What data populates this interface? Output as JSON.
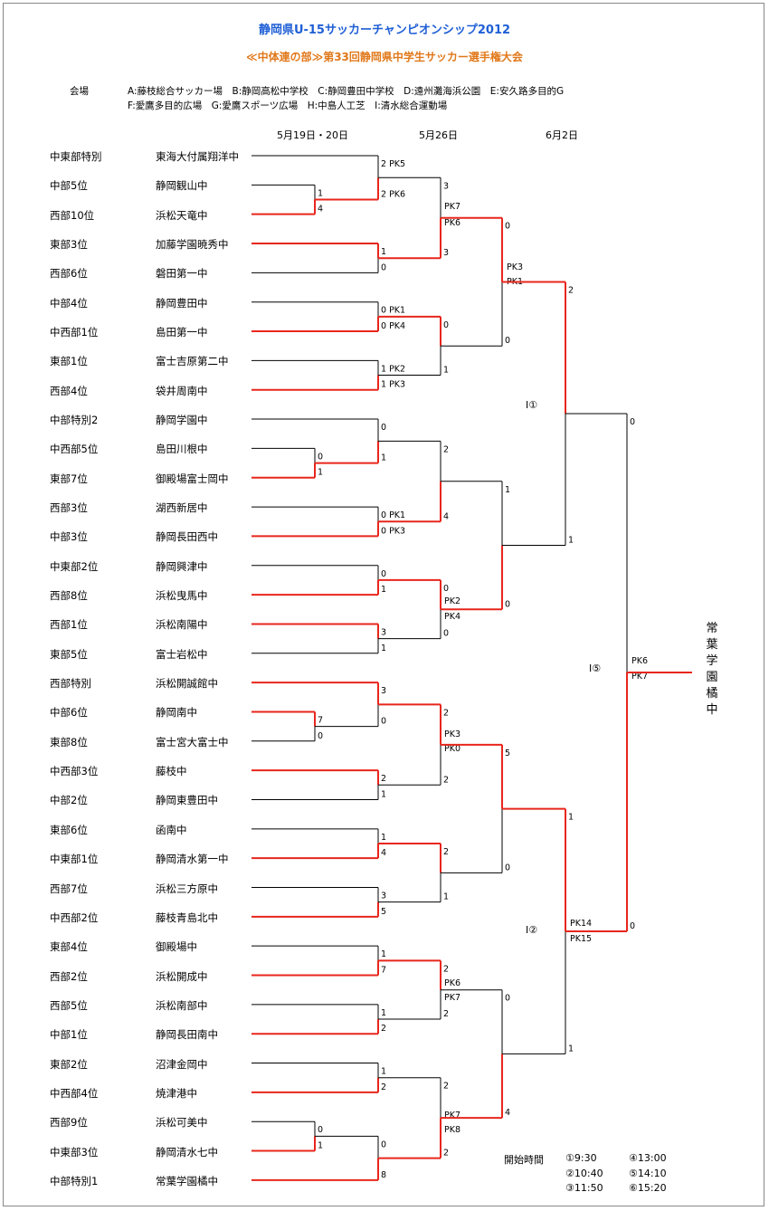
{
  "header": {
    "title": "静岡県U-15サッカーチャンピオンシップ2012",
    "subtitle": "≪中体連の部≫第33回静岡県中学生サッカー選手権大会"
  },
  "venues": {
    "label": "会場",
    "row1": "A:藤枝総合サッカー場　B:静岡高松中学校　C:静岡豊田中学校　D:遠州灘海浜公園　E:安久路多目的G",
    "row2": "F:愛鷹多目的広場　G:愛鷹スポーツ広場　H:中島人工芝　I:清水総合運動場"
  },
  "dates": [
    "5月19日・20日",
    "5月26日",
    "6月2日"
  ],
  "teams": [
    {
      "seed": "中東部特別",
      "school": "東海大付属翔洋中"
    },
    {
      "seed": "中部5位",
      "school": "静岡観山中"
    },
    {
      "seed": "西部10位",
      "school": "浜松天竜中"
    },
    {
      "seed": "東部3位",
      "school": "加藤学園暁秀中"
    },
    {
      "seed": "西部6位",
      "school": "磐田第一中"
    },
    {
      "seed": "中部4位",
      "school": "静岡豊田中"
    },
    {
      "seed": "中西部1位",
      "school": "島田第一中"
    },
    {
      "seed": "東部1位",
      "school": "富士吉原第二中"
    },
    {
      "seed": "西部4位",
      "school": "袋井周南中"
    },
    {
      "seed": "中部特別2",
      "school": "静岡学園中"
    },
    {
      "seed": "中西部5位",
      "school": "島田川根中"
    },
    {
      "seed": "東部7位",
      "school": "御殿場富士岡中"
    },
    {
      "seed": "西部3位",
      "school": "湖西新居中"
    },
    {
      "seed": "中部3位",
      "school": "静岡長田西中"
    },
    {
      "seed": "中東部2位",
      "school": "静岡興津中"
    },
    {
      "seed": "西部8位",
      "school": "浜松曳馬中"
    },
    {
      "seed": "西部1位",
      "school": "浜松南陽中"
    },
    {
      "seed": "東部5位",
      "school": "富士岩松中"
    },
    {
      "seed": "西部特別",
      "school": "浜松開誠館中"
    },
    {
      "seed": "中部6位",
      "school": "静岡南中"
    },
    {
      "seed": "東部8位",
      "school": "富士宮大富士中"
    },
    {
      "seed": "中西部3位",
      "school": "藤枝中"
    },
    {
      "seed": "中部2位",
      "school": "静岡東豊田中"
    },
    {
      "seed": "東部6位",
      "school": "函南中"
    },
    {
      "seed": "中東部1位",
      "school": "静岡清水第一中"
    },
    {
      "seed": "西部7位",
      "school": "浜松三方原中"
    },
    {
      "seed": "中西部2位",
      "school": "藤枝青島北中"
    },
    {
      "seed": "東部4位",
      "school": "御殿場中"
    },
    {
      "seed": "西部2位",
      "school": "浜松開成中"
    },
    {
      "seed": "西部5位",
      "school": "浜松南部中"
    },
    {
      "seed": "中部1位",
      "school": "静岡長田南中"
    },
    {
      "seed": "東部2位",
      "school": "沼津金岡中"
    },
    {
      "seed": "中西部4位",
      "school": "焼津港中"
    },
    {
      "seed": "西部9位",
      "school": "浜松可美中"
    },
    {
      "seed": "中東部3位",
      "school": "静岡清水七中"
    },
    {
      "seed": "中部特別1",
      "school": "常葉学園橘中"
    }
  ],
  "bracket_notes": {
    "semi1": "I①",
    "semi2": "I②",
    "final": "I⑤"
  },
  "champion": "常葉学園橘中",
  "schedule": {
    "label": "開始時間",
    "times": [
      "①9:30",
      "④13:00",
      "②10:40",
      "⑤14:10",
      "③11:50",
      "⑥15:20"
    ]
  },
  "colors": {
    "winner_line": "#e8261c",
    "loser_line": "#000000",
    "title": "#1f5fd6",
    "subtitle": "#e0781a"
  }
}
